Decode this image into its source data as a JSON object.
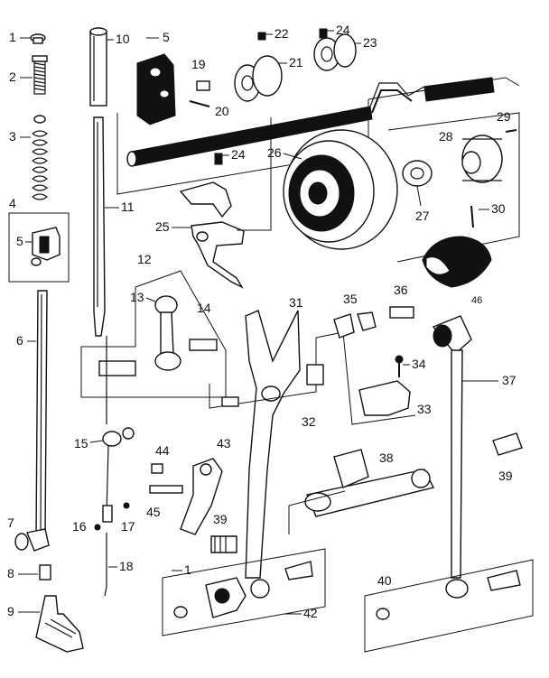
{
  "diagram": {
    "colors": {
      "ink": "#111111",
      "paper": "#ffffff"
    },
    "callouts": [
      {
        "id": "1",
        "text": "1"
      },
      {
        "id": "2",
        "text": "2"
      },
      {
        "id": "3",
        "text": "3"
      },
      {
        "id": "4",
        "text": "4"
      },
      {
        "id": "5a",
        "text": "5"
      },
      {
        "id": "5b",
        "text": "5"
      },
      {
        "id": "6",
        "text": "6"
      },
      {
        "id": "7",
        "text": "7"
      },
      {
        "id": "8",
        "text": "8"
      },
      {
        "id": "9",
        "text": "9"
      },
      {
        "id": "10",
        "text": "10"
      },
      {
        "id": "11",
        "text": "11"
      },
      {
        "id": "12",
        "text": "12"
      },
      {
        "id": "13",
        "text": "13"
      },
      {
        "id": "14",
        "text": "14"
      },
      {
        "id": "15",
        "text": "15"
      },
      {
        "id": "16",
        "text": "16"
      },
      {
        "id": "17",
        "text": "17"
      },
      {
        "id": "18",
        "text": "18"
      },
      {
        "id": "19",
        "text": "19"
      },
      {
        "id": "20",
        "text": "20"
      },
      {
        "id": "21",
        "text": "21"
      },
      {
        "id": "22",
        "text": "22"
      },
      {
        "id": "23",
        "text": "23"
      },
      {
        "id": "24a",
        "text": "24"
      },
      {
        "id": "24b",
        "text": "24"
      },
      {
        "id": "25",
        "text": "25"
      },
      {
        "id": "26",
        "text": "26"
      },
      {
        "id": "27",
        "text": "27"
      },
      {
        "id": "28",
        "text": "28"
      },
      {
        "id": "29",
        "text": "29"
      },
      {
        "id": "30",
        "text": "30"
      },
      {
        "id": "31",
        "text": "31"
      },
      {
        "id": "32",
        "text": "32"
      },
      {
        "id": "33",
        "text": "33"
      },
      {
        "id": "34",
        "text": "34"
      },
      {
        "id": "35",
        "text": "35"
      },
      {
        "id": "36",
        "text": "36"
      },
      {
        "id": "37",
        "text": "37"
      },
      {
        "id": "38",
        "text": "38"
      },
      {
        "id": "39a",
        "text": "39"
      },
      {
        "id": "39b",
        "text": "39"
      },
      {
        "id": "40",
        "text": "40"
      },
      {
        "id": "1b",
        "text": "1"
      },
      {
        "id": "42",
        "text": "42"
      },
      {
        "id": "43",
        "text": "43"
      },
      {
        "id": "44",
        "text": "44"
      },
      {
        "id": "45",
        "text": "45"
      },
      {
        "id": "46",
        "text": "46"
      }
    ]
  }
}
